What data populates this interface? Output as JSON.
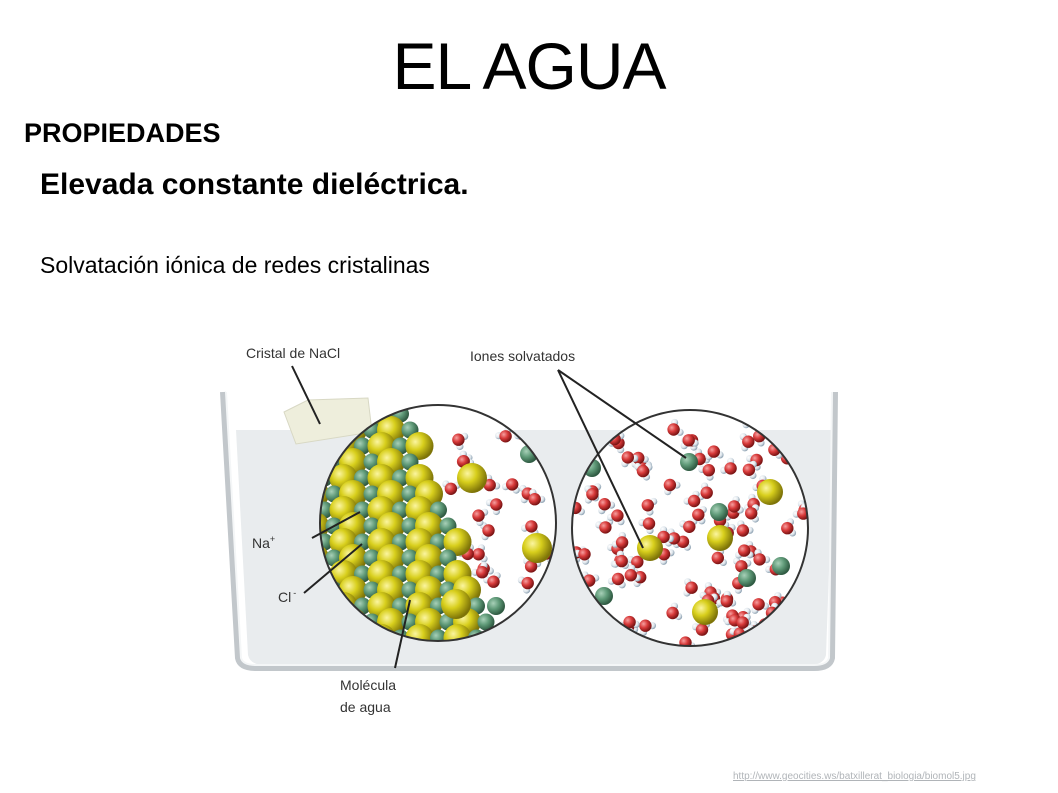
{
  "slide": {
    "title": "EL AGUA",
    "subtitle": "PROPIEDADES",
    "heading": "Elevada constante dieléctrica.",
    "caption": "Solvatación iónica de redes cristalinas",
    "source_link": "http://www.geocities.ws/batxillerat_biologia/biomol5.jpg"
  },
  "diagram": {
    "labels": {
      "crystal": "Cristal de NaCl",
      "solvated": "Iones solvatados",
      "sodium": "Na",
      "sodium_charge": "+",
      "chloride": "Cl",
      "chloride_charge": "-",
      "water_line1": "Molécula",
      "water_line2": "de agua"
    },
    "colors": {
      "water_tint": "#e9ecee",
      "chloride": "#d8cf1c",
      "sodium": "#5f9a78",
      "oxygen": "#d83a3a",
      "hydrogen": "#e4ecf2"
    }
  }
}
